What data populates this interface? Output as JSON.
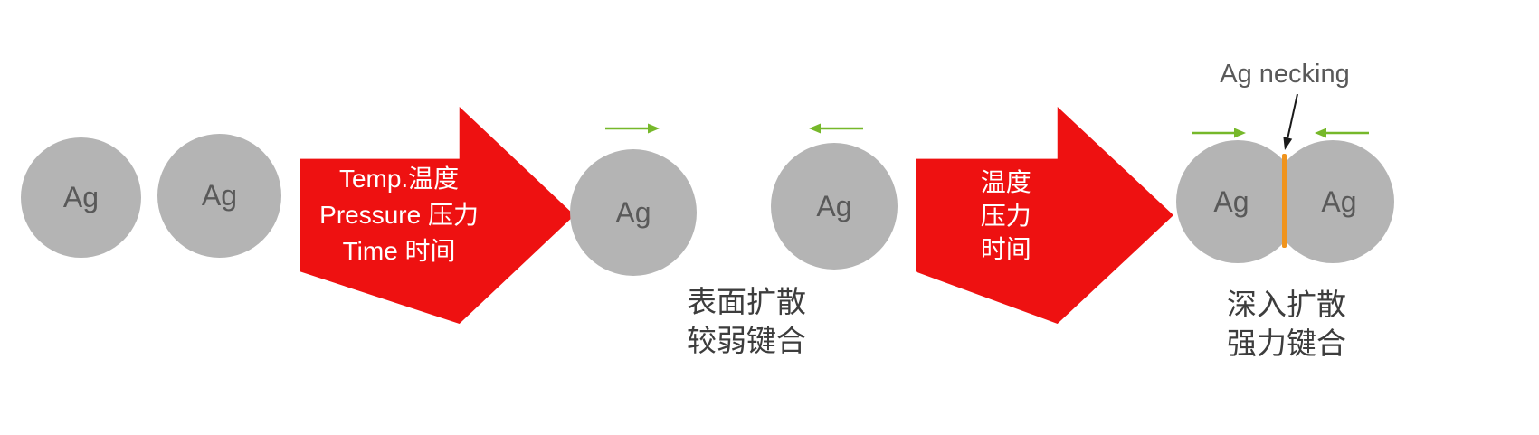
{
  "colors": {
    "particle": "#b4b4b4",
    "particle_text": "#595959",
    "process_arrow": "#ee1111",
    "diffusion_arrow": "#76b82a",
    "necking_line": "#f0941d",
    "caption_text": "#3d3d3d"
  },
  "stage_initial": {
    "particles": [
      "Ag",
      "Ag"
    ]
  },
  "process1": {
    "conditions": [
      "Temp.温度",
      "Pressure 压力",
      "Time 时间"
    ]
  },
  "stage_surface": {
    "particles": [
      "Ag",
      "Ag"
    ],
    "caption_line1": "表面扩散",
    "caption_line2": "较弱键合"
  },
  "process2": {
    "conditions": [
      "温度",
      "压力",
      "时间"
    ]
  },
  "stage_necking": {
    "particles": [
      "Ag",
      "Ag"
    ],
    "annotation": "Ag necking",
    "caption_line1": "深入扩散",
    "caption_line2": "强力键合"
  }
}
